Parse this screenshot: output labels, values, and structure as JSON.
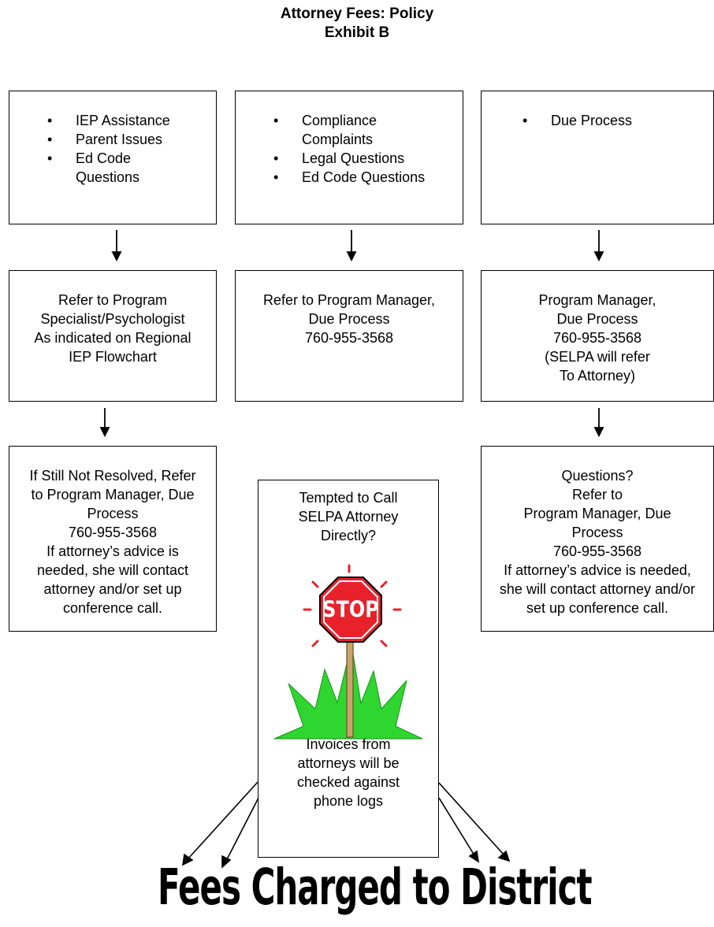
{
  "header": {
    "title_line1": "Attorney Fees: Policy",
    "title_line2": "Exhibit B"
  },
  "columns": [
    {
      "topics": [
        "IEP Assistance",
        "Parent Issues",
        "Ed Code Questions"
      ],
      "referral": [
        "Refer to Program",
        "Specialist/Psychologist",
        "As indicated on Regional",
        "IEP Flowchart"
      ],
      "followup": [
        "If Still Not Resolved, Refer",
        "to Program Manager, Due",
        "Process",
        "760-955-3568",
        "If attorney’s advice is",
        "needed, she will contact",
        "attorney and/or set up",
        "conference call."
      ]
    },
    {
      "topics": [
        "Compliance Complaints",
        "Legal Questions",
        "Ed Code Questions"
      ],
      "referral": [
        "Refer to Program Manager,",
        "Due Process",
        "760-955-3568"
      ]
    },
    {
      "topics": [
        "Due Process"
      ],
      "referral": [
        "Program Manager,",
        "Due Process",
        "760-955-3568",
        "(SELPA will refer",
        "To Attorney)"
      ],
      "followup": [
        "Questions?",
        "Refer to",
        "Program Manager, Due",
        "Process",
        "760-955-3568",
        "If attorney’s advice is needed,",
        "she will contact attorney and/or",
        "set up conference call."
      ]
    }
  ],
  "warning": {
    "question": [
      "Tempted to Call",
      "SELPA Attorney",
      "Directly?"
    ],
    "sign_text": "STOP",
    "note": [
      "Invoices from",
      "attorneys will be",
      "checked against",
      "phone logs"
    ]
  },
  "footer": {
    "banner": "Fees Charged to District"
  },
  "colors": {
    "stop_red": "#e8212b",
    "grass_green": "#2fd62f",
    "post_tan": "#c8a46a"
  }
}
